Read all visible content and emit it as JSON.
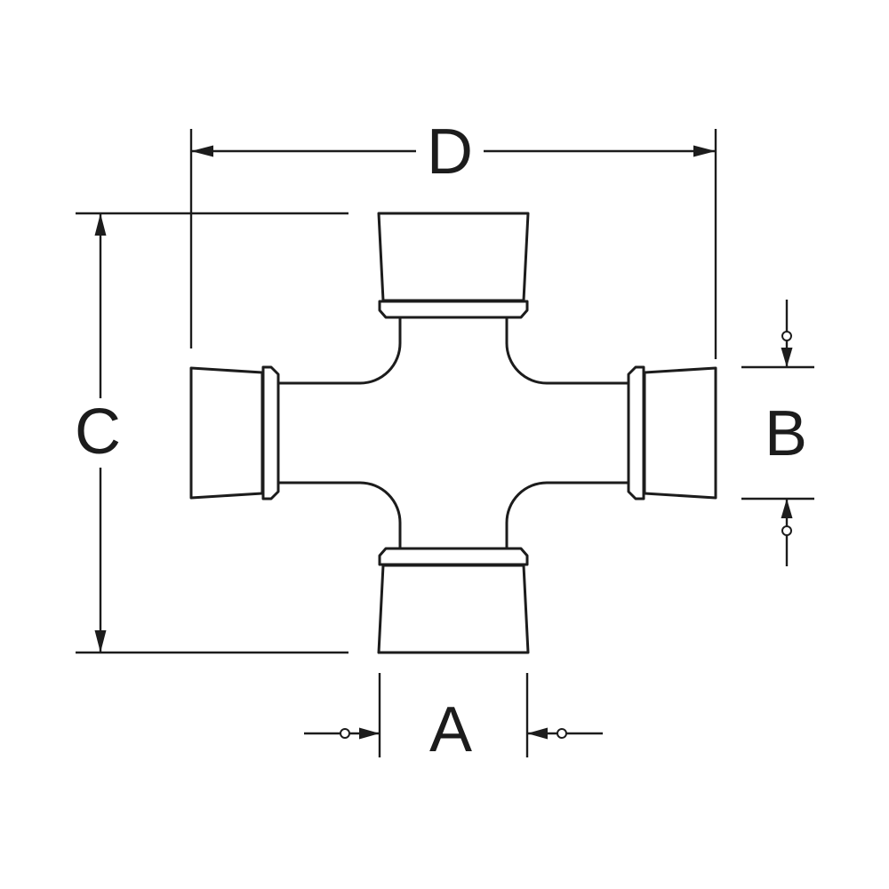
{
  "diagram": {
    "kind": "technical-drawing",
    "labels": {
      "top": "D",
      "left": "C",
      "right": "B",
      "bottom": "A"
    },
    "colors": {
      "line": "#1c1c1c",
      "bg": "#ffffff"
    }
  }
}
